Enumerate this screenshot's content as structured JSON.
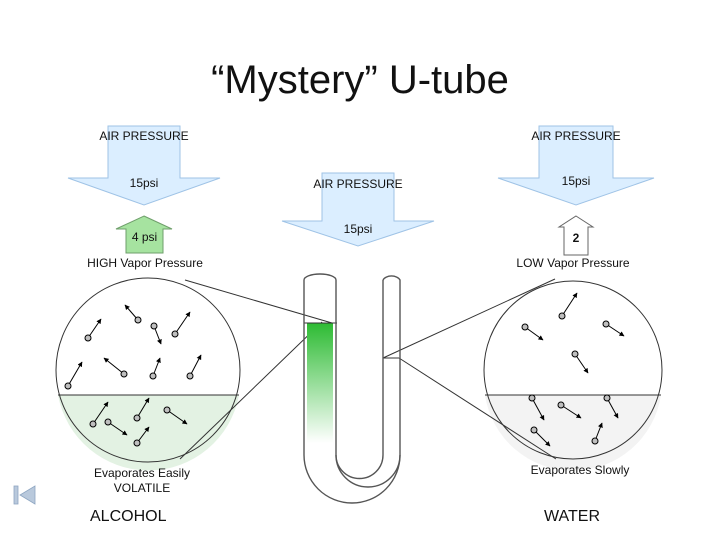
{
  "title": "“Mystery” U-tube",
  "left": {
    "pressure_label": "AIR PRESSURE",
    "pressure_value": "15psi",
    "vapor_value": "4 psi",
    "vapor_label": "HIGH Vapor Pressure",
    "caption": "Evaporates Easily VOLATILE",
    "liquid": "ALCOHOL"
  },
  "middle": {
    "pressure_label": "AIR PRESSURE",
    "pressure_value": "15psi"
  },
  "right": {
    "pressure_label": "AIR PRESSURE",
    "pressure_value": "15psi",
    "vapor_value": "2",
    "vapor_label": "LOW Vapor Pressure",
    "caption": "Evaporates Slowly",
    "liquid": "WATER"
  },
  "colors": {
    "arrow_blue": "#dbeeff",
    "vapor_green": "#a6e3a0",
    "alcohol_green": "#36c13a",
    "alcohol_liquid_fill": "#e3f2e3",
    "water_liquid_fill": "#f3f3f3"
  },
  "icons": {
    "nav": "first-slide-icon"
  }
}
